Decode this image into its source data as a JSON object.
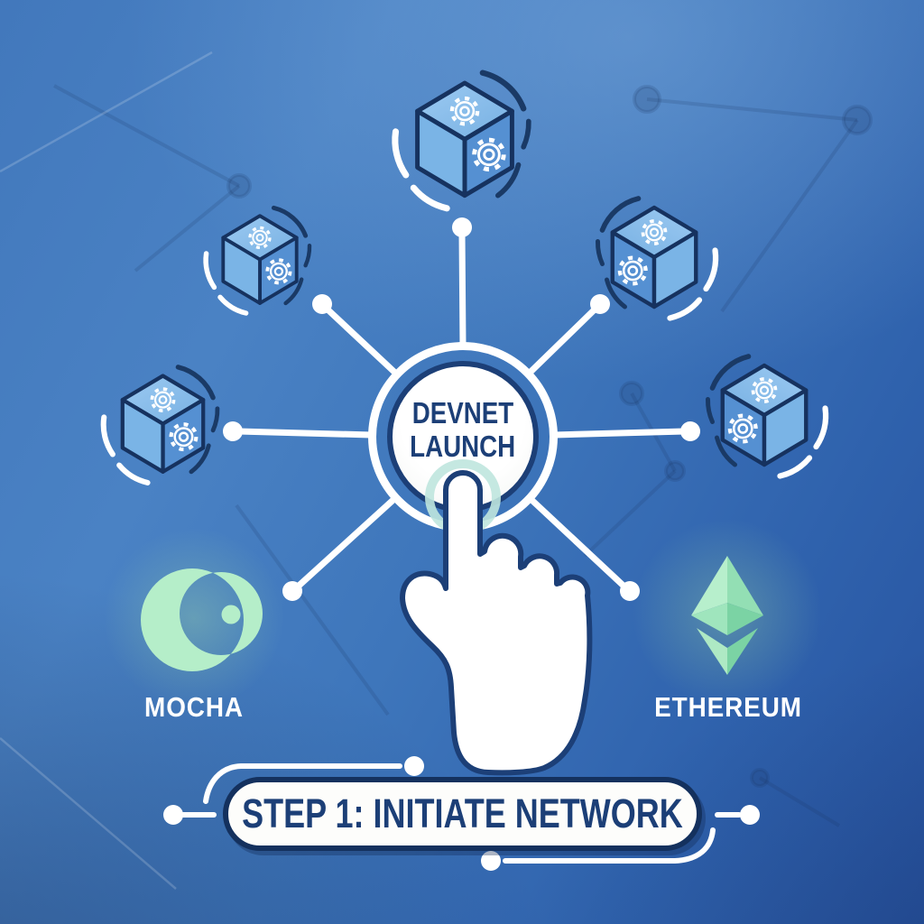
{
  "button": {
    "line1": "DEVNET",
    "line2": "LAUNCH"
  },
  "logos": {
    "mocha": "MOCHA",
    "ethereum": "ETHEREUM"
  },
  "banner": {
    "label": "STEP 1: INITIATE NETWORK"
  },
  "nodes": {
    "count": 5,
    "icon": "cube-with-gears-icon"
  },
  "icons": {
    "cursor": "hand-tap-cursor-icon",
    "mocha": "crescent-moon-icon",
    "ethereum": "ethereum-diamond-icon",
    "connector": "network-line-with-dot"
  },
  "colors": {
    "background_top": "#4a82c4",
    "background_bottom": "#27529f",
    "outline_navy": "#16325f",
    "text_navy": "#1c3f77",
    "cube_top_face": "#8fc3ee",
    "cube_left_face": "#7ab4e6",
    "cube_right_face": "#5590d2",
    "mint_green": "#b5eec9",
    "eth_green_dark": "#7bd3a4",
    "teal_glow": "#bfe6de",
    "white": "#ffffff"
  }
}
